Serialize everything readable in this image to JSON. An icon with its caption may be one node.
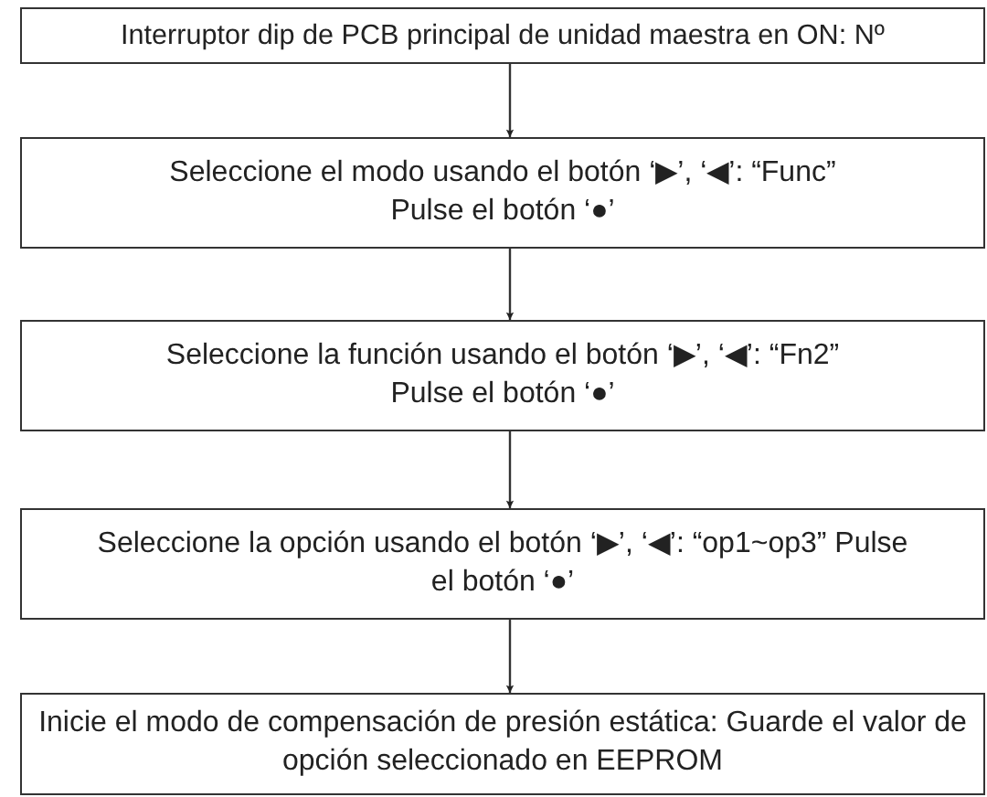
{
  "diagram": {
    "nodes": [
      {
        "text": [
          "Interruptor dip de PCB principal de unidad maestra en ON: Nº"
        ]
      },
      {
        "text": [
          "Seleccione el modo usando el botón ‘▶’, ‘◀’: “Func”",
          "Pulse el botón ‘●’"
        ]
      },
      {
        "text": [
          "Seleccione la función usando el botón ‘▶’, ‘◀’: “Fn2”",
          "Pulse el botón ‘●’"
        ]
      },
      {
        "text": [
          "Seleccione la opción usando el botón ‘▶’, ‘◀’: “op1~op3” Pulse el botón ‘●’"
        ]
      },
      {
        "text": [
          "Inicie el modo de compensación de presión estática: Guarde el valor de opción seleccionado en EEPROM"
        ]
      }
    ],
    "edges": [
      {
        "from": 0,
        "to": 1,
        "arrow": "to"
      },
      {
        "from": 1,
        "to": 2,
        "arrow": "to"
      },
      {
        "from": 2,
        "to": 3,
        "arrow": "to"
      },
      {
        "from": 3,
        "to": 4,
        "arrow": "to"
      }
    ]
  }
}
